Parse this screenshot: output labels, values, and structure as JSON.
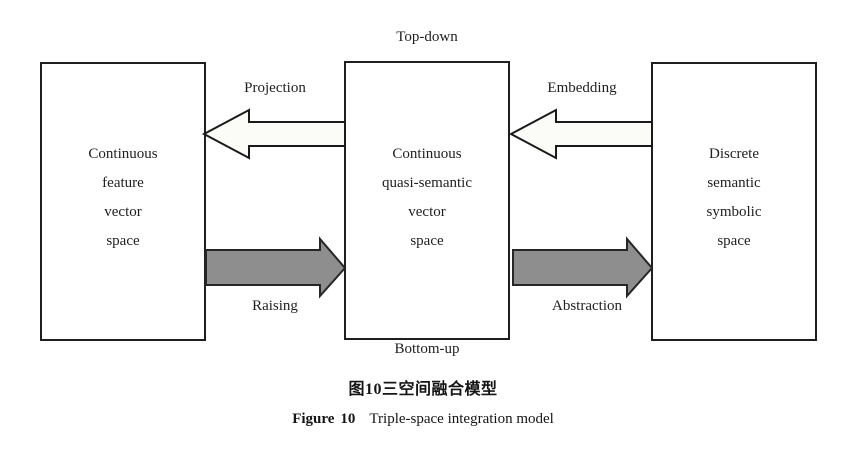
{
  "figure": {
    "top_flow_label": "Top-down",
    "bottom_flow_label": "Bottom-up",
    "boxes": [
      {
        "id": "continuous-feature-vector-space",
        "lines": [
          "Continuous",
          "feature",
          "vector",
          "space"
        ]
      },
      {
        "id": "continuous-quasi-semantic-vector-space",
        "lines": [
          "Continuous",
          "quasi-semantic",
          "vector",
          "space"
        ]
      },
      {
        "id": "discrete-semantic-symbolic-space",
        "lines": [
          "Discrete",
          "semantic",
          "symbolic",
          "space"
        ]
      }
    ],
    "arrows": [
      {
        "id": "projection",
        "label": "Projection",
        "direction": "left",
        "style": "outline",
        "fill": "#fbfbf7",
        "stroke": "#1a1a1a",
        "from": "continuous-quasi-semantic-vector-space",
        "to": "continuous-feature-vector-space"
      },
      {
        "id": "embedding",
        "label": "Embedding",
        "direction": "left",
        "style": "outline",
        "fill": "#fbfbf7",
        "stroke": "#1a1a1a",
        "from": "discrete-semantic-symbolic-space",
        "to": "continuous-quasi-semantic-vector-space"
      },
      {
        "id": "raising",
        "label": "Raising",
        "direction": "right",
        "style": "filled",
        "fill": "#8e8e8e",
        "stroke": "#262626",
        "from": "continuous-feature-vector-space",
        "to": "continuous-quasi-semantic-vector-space"
      },
      {
        "id": "abstraction",
        "label": "Abstraction",
        "direction": "right",
        "style": "filled",
        "fill": "#8e8e8e",
        "stroke": "#262626",
        "from": "continuous-quasi-semantic-vector-space",
        "to": "discrete-semantic-symbolic-space"
      }
    ],
    "caption": {
      "cn_prefix": "图",
      "cn_number": "10",
      "cn_title": "三空间融合模型",
      "en_prefix": "Figure",
      "en_number": "10",
      "en_title": "Triple-space integration model"
    },
    "colors": {
      "background": "#ffffff",
      "box_stroke": "#1f1f1f",
      "outline_arrow_fill": "#fbfbf7",
      "solid_arrow_fill": "#8e8e8e",
      "text": "#1a1a1a"
    }
  }
}
